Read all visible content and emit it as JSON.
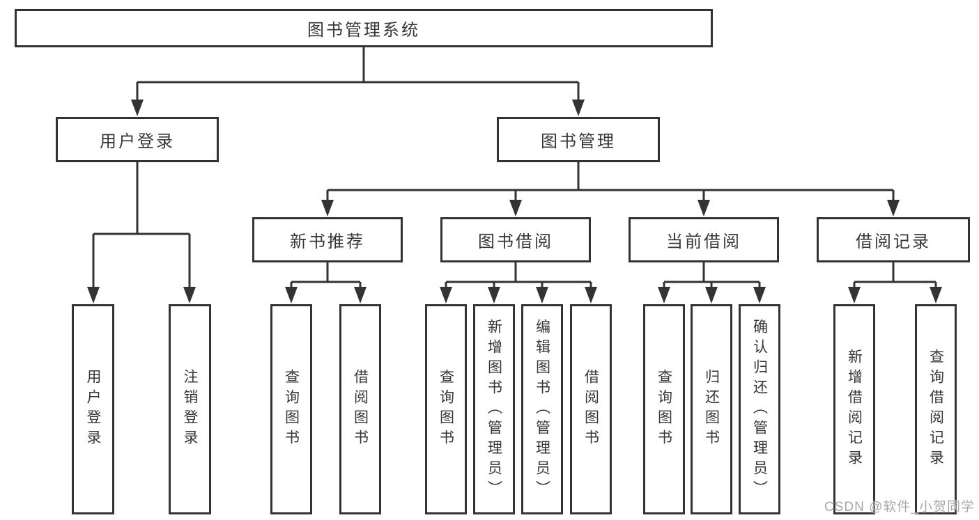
{
  "diagram": {
    "root": "图书管理系统",
    "user_login": {
      "label": "用户登录",
      "children": [
        "用户登录",
        "注销登录"
      ]
    },
    "book_management": {
      "label": "图书管理",
      "sections": [
        {
          "label": "新书推荐",
          "children": [
            "查询图书",
            "借阅图书"
          ]
        },
        {
          "label": "图书借阅",
          "children": [
            "查询图书",
            "新增图书（管理员）",
            "编辑图书（管理员）",
            "借阅图书"
          ]
        },
        {
          "label": "当前借阅",
          "children": [
            "查询图书",
            "归还图书",
            "确认归还（管理员）"
          ]
        },
        {
          "label": "借阅记录",
          "children": [
            "新增借阅记录",
            "查询借阅记录"
          ]
        }
      ]
    }
  },
  "watermark": "CSDN @软件_小贺同学",
  "colors": {
    "line": "#333333",
    "box_border": "#333333",
    "text": "#363636",
    "watermark": "#a9a9a9",
    "background": "#ffffff"
  }
}
